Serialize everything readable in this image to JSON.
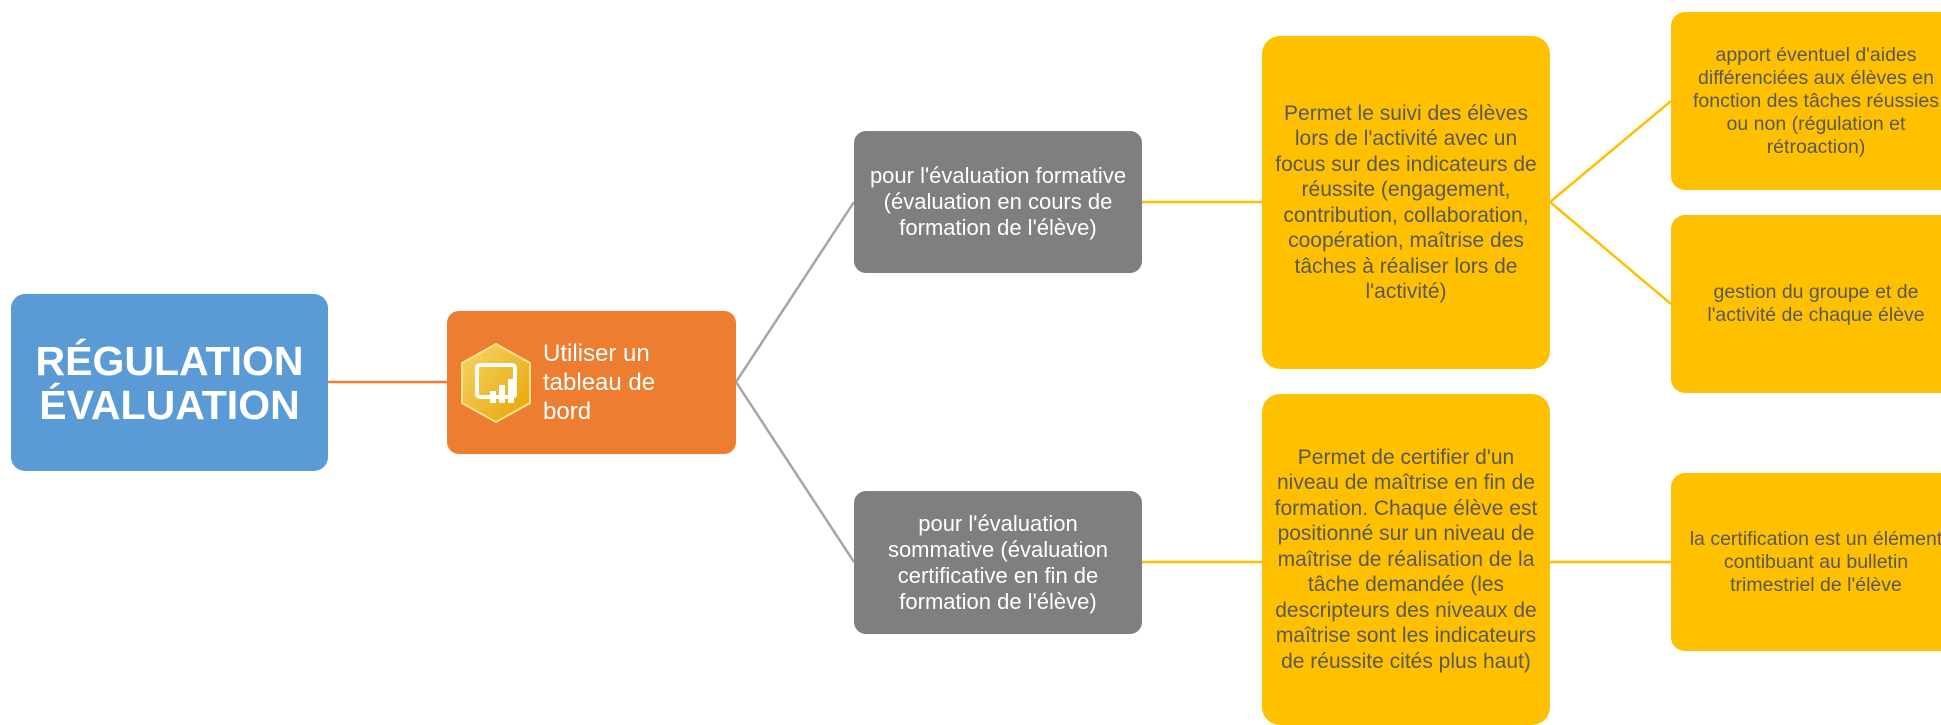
{
  "root": {
    "line1": "RÉGULATION",
    "line2": "ÉVALUATION"
  },
  "tool": {
    "label": "Utiliser un tableau de bord",
    "icon": "dashboard-chart-icon"
  },
  "branches": {
    "formative": "pour l'évaluation formative (évaluation en cours de formation de l'élève)",
    "sommative": "pour l'évaluation sommative (évaluation certificative en fin de formation de l'élève)"
  },
  "details": {
    "suivi": "Permet le suivi des élèves lors de l'activité avec un focus sur des indicateurs de réussite (engagement, contribution, collaboration, coopération,  maîtrise des tâches à réaliser lors de l'activité)",
    "certif": "Permet de certifier d'un niveau de maîtrise en fin de formation. Chaque élève est positionné sur un niveau de maîtrise de réalisation de la tâche demandée (les descripteurs des niveaux de maîtrise sont les indicateurs de réussite cités plus haut)"
  },
  "leaves": {
    "aides": "apport éventuel d'aides différenciées aux élèves en fonction des tâches réussies ou non (régulation et rétroaction)",
    "groupe": "gestion du groupe et de l'activité de chaque élève",
    "bulletin": "la certification est un élément contibuant au bulletin trimestriel de l'élève"
  },
  "colors": {
    "root": "#5b9bd5",
    "tool": "#ed7d31",
    "branch": "#7f7f7f",
    "detail": "#ffc000",
    "detail_text": "#595959",
    "connector_orange": "#ed7d31",
    "connector_grey": "#a5a5a5",
    "connector_gold": "#ffc000"
  }
}
